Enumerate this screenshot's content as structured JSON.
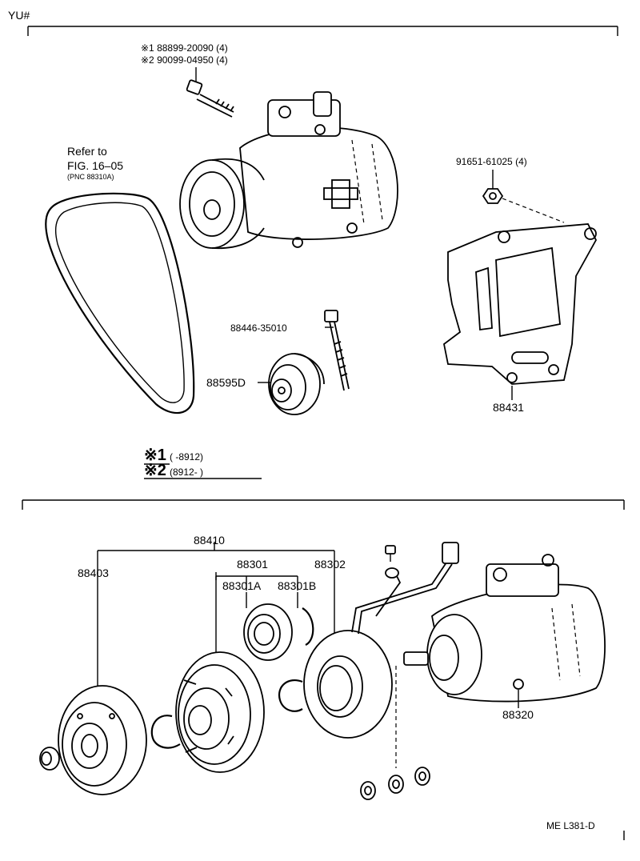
{
  "header": {
    "model_code": "YU#"
  },
  "notes": {
    "bolt_alt1": "※1 88899-20090 (4)",
    "bolt_alt2": "※2 90099-04950 (4)",
    "refer_line1": "Refer to",
    "refer_line2": "FIG. 16–05",
    "refer_line3": "(PNC 88310A)",
    "nut": "91651-61025 (4)",
    "bolt_idler": "88446-35010",
    "idler_pulley": "88595D",
    "bracket": "88431"
  },
  "legend": {
    "mark1": "※1",
    "range1": "(        -8912)",
    "mark2": "※2",
    "range2": "(8912-          )"
  },
  "clutch": {
    "assembly": "88410",
    "pressure_plate": "88403",
    "pulley": "88301",
    "pulley_a": "88301A",
    "pulley_b": "88301B",
    "stator": "88302",
    "compressor": "88320"
  },
  "footer": {
    "drawing_id": "ME L381-D"
  }
}
